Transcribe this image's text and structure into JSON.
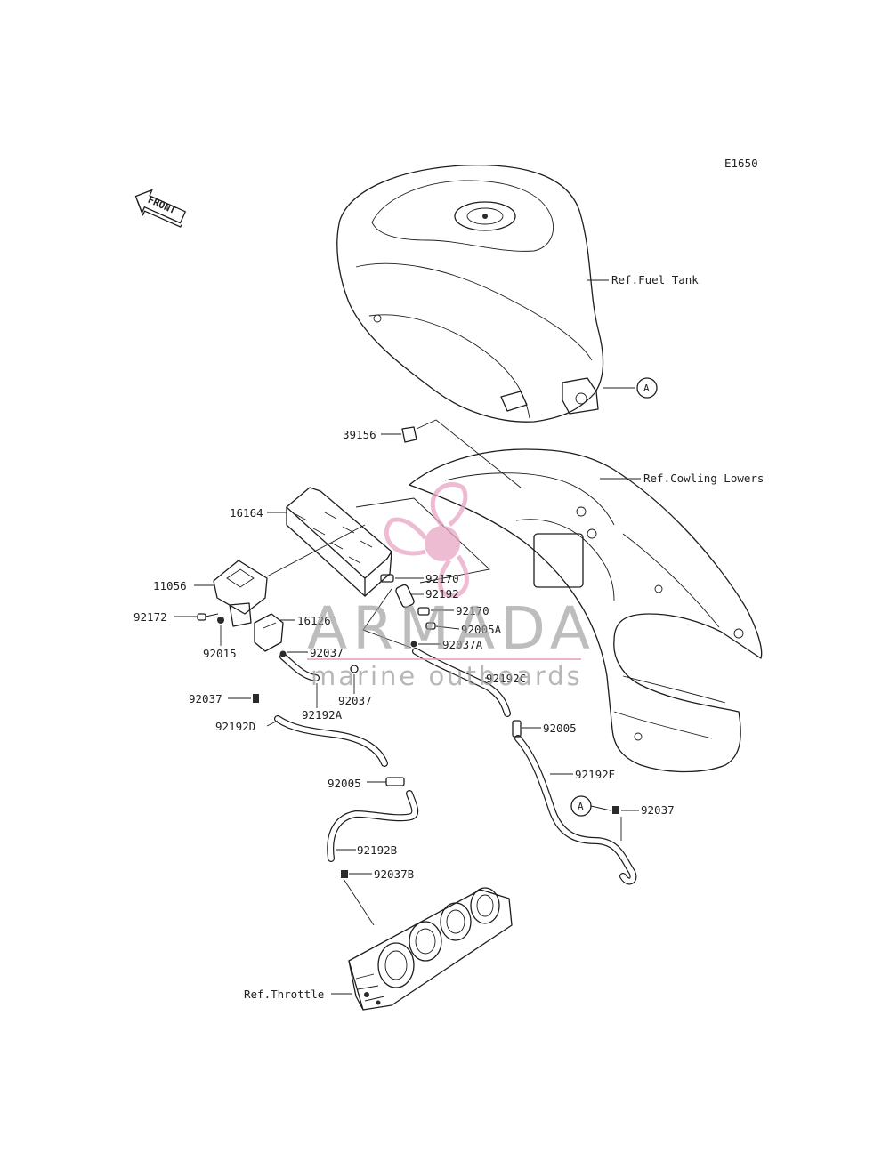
{
  "diagram": {
    "code": "E1650",
    "direction_label": "FRONT",
    "reference_marker": "A",
    "refs": {
      "fuel_tank": "Ref.Fuel Tank",
      "cowling_lowers": "Ref.Cowling Lowers",
      "throttle": "Ref.Throttle"
    },
    "parts": {
      "p39156": "39156",
      "p16164": "16164",
      "p11056": "11056",
      "p92172": "92172",
      "p16126": "16126",
      "p92015": "92015",
      "p92170a": "92170",
      "p92192": "92192",
      "p92170b": "92170",
      "p92005a": "92005A",
      "p92037a": "92037A",
      "p92037_1": "92037",
      "p92037_2": "92037",
      "p92037_3": "92037",
      "p92037_4": "92037",
      "p92192a": "92192A",
      "p92192c": "92192C",
      "p92005_1": "92005",
      "p92192d": "92192D",
      "p92005_2": "92005",
      "p92192e": "92192E",
      "p92192b": "92192B",
      "p92037b": "92037B"
    }
  },
  "watermark": {
    "brand": "ARMADA",
    "tagline": "marine outboards",
    "colors": {
      "logo": "#e8a6c4",
      "text": "#9a9a9a"
    }
  }
}
